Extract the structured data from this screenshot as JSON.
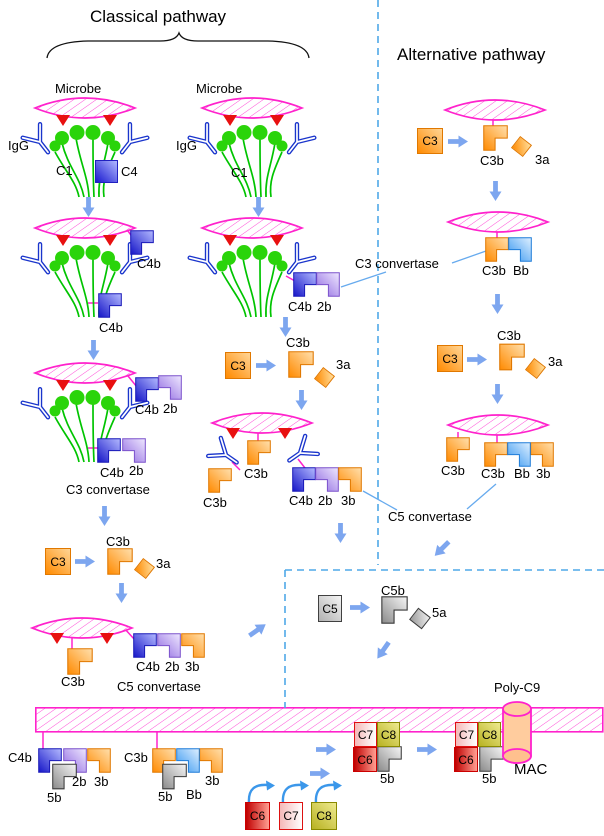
{
  "titles": {
    "classical": "Classical pathway",
    "alternative": "Alternative pathway"
  },
  "labels": {
    "microbe": "Microbe",
    "igg": "IgG",
    "c1": "C1",
    "c4": "C4",
    "c4b": "C4b",
    "b2": "2b",
    "b3": "3b",
    "c3": "C3",
    "c3b": "C3b",
    "a3": "3a",
    "bb": "Bb",
    "c3_convertase": "C3 convertase",
    "c5_convertase": "C5 convertase",
    "c5": "C5",
    "c5b": "C5b",
    "a5": "5a",
    "b5": "5b",
    "c6": "C6",
    "c7": "C7",
    "c8": "C8",
    "poly_c9": "Poly-C9",
    "mac": "MAC"
  },
  "colors": {
    "membrane_magenta": "#ff22cc",
    "antigen_red": "#e81010",
    "antibody_blue": "#1a35cc",
    "c1_green": "#2ad40a",
    "c4b_blue": "#1515c8",
    "b2_purple": "#8d66e0",
    "c3_orange": "#ff8a00",
    "bb_lightblue": "#2f93f0",
    "c5_gray": "#8a8a8a",
    "c6_red": "#c00000",
    "c8_yellow": "#b8b222",
    "arrow_blue": "#7da6ef",
    "dashed_blue": "#4fa8e8",
    "cylinder_peach": "#ffcc9e"
  }
}
